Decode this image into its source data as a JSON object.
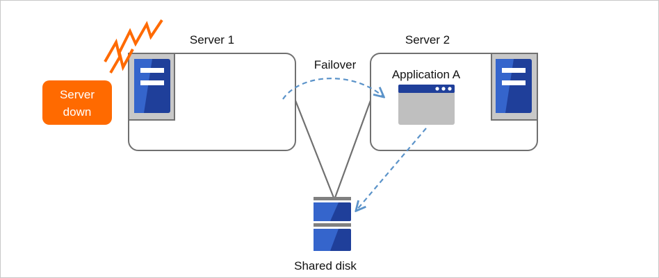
{
  "diagram": {
    "server1": {
      "label": "Server 1"
    },
    "server2": {
      "label": "Server 2"
    },
    "failover": {
      "label": "Failover"
    },
    "application": {
      "label": "Application A"
    },
    "shared_disk": {
      "label": "Shared disk"
    },
    "server_down": {
      "line1": "Server",
      "line2": "down"
    }
  },
  "colors": {
    "server_blue": "#1f3f9a",
    "server_blue_light": "#3565cc",
    "server_casing": "#c8c8c8",
    "box_stroke": "#707070",
    "badge_orange": "#ff6a00",
    "zigzag_orange": "#ff6a00",
    "arrow_blue": "#5b93c9",
    "window_gray": "#bfbfbf",
    "window_bar": "#1f3f9a"
  },
  "icons": [
    "server-icon",
    "application-window-icon",
    "shared-disk-icon",
    "failure-zigzag-icon"
  ]
}
